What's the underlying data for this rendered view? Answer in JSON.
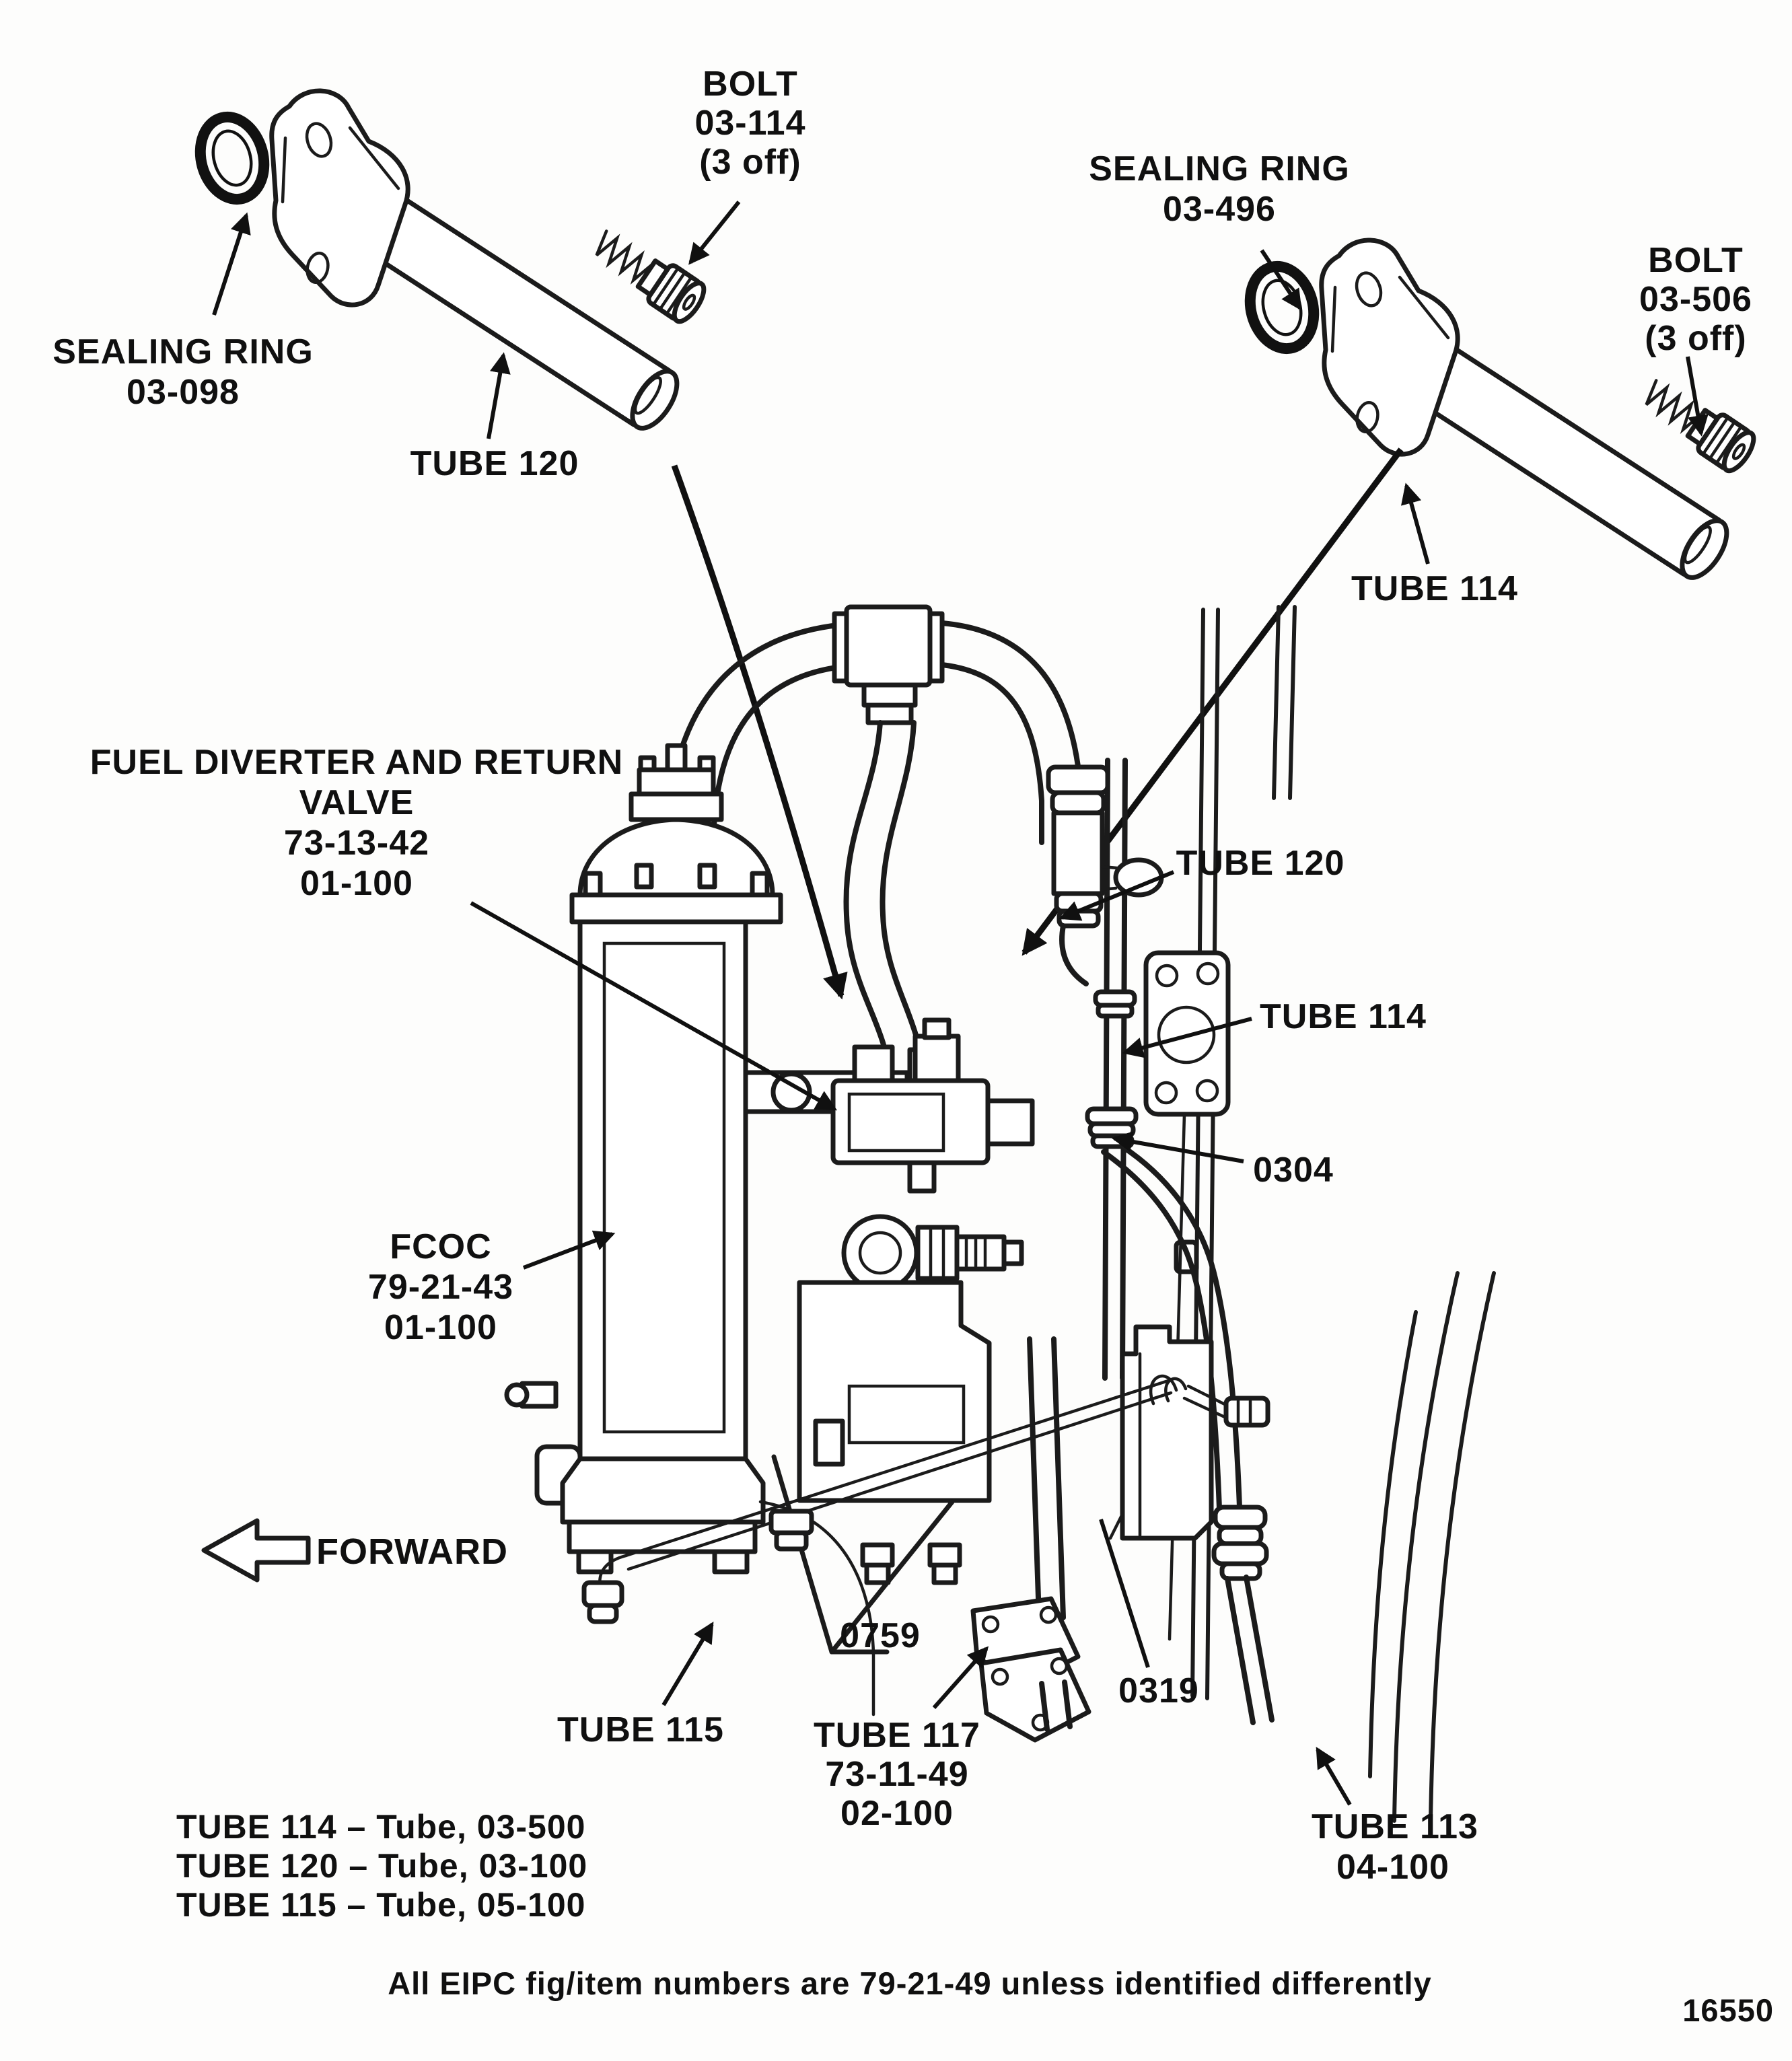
{
  "figure": {
    "note": "All EIPC fig/item numbers are 79-21-49 unless identified differently",
    "number": "16550"
  },
  "exploded_left": {
    "sealing_ring": {
      "line1": "SEALING RING",
      "line2": "03-098"
    },
    "tube_label": "TUBE 120",
    "bolt": {
      "line1": "BOLT",
      "line2": "03-114",
      "line3": "(3 off)"
    }
  },
  "exploded_right": {
    "sealing_ring": {
      "line1": "SEALING RING",
      "line2": "03-496"
    },
    "tube_label": "TUBE 114",
    "bolt": {
      "line1": "BOLT",
      "line2": "03-506",
      "line3": "(3 off)"
    }
  },
  "assembly": {
    "fuel_diverter": {
      "line1": "FUEL DIVERTER AND RETURN",
      "line2": "VALVE",
      "line3": "73-13-42",
      "line4": "01-100"
    },
    "fcoc": {
      "line1": "FCOC",
      "line2": "79-21-43",
      "line3": "01-100"
    },
    "tube120": "TUBE 120",
    "tube114": "TUBE 114",
    "item_0304": "0304",
    "item_0759": "0759",
    "item_0319": "0319",
    "tube115": "TUBE 115",
    "tube117": {
      "line1": "TUBE 117",
      "line2": "73-11-49",
      "line3": "02-100"
    },
    "tube113": {
      "line1": "TUBE 113",
      "line2": "04-100"
    },
    "forward": "FORWARD"
  },
  "legend": {
    "rows": [
      "TUBE 114 – Tube, 03-500",
      "TUBE 120 – Tube, 03-100",
      "TUBE 115 – Tube, 05-100"
    ]
  }
}
